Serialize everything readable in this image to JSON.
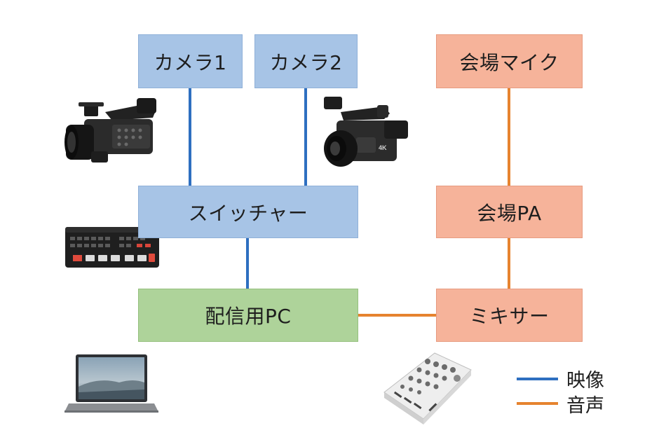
{
  "nodes": {
    "camera1": "カメラ1",
    "camera2": "カメラ2",
    "venue_mic": "会場マイク",
    "switcher": "スイッチャー",
    "venue_pa": "会場PA",
    "streaming_pc": "配信用PC",
    "mixer": "ミキサー"
  },
  "legend": {
    "video": "映像",
    "audio": "音声"
  },
  "colors": {
    "video_line": "#2e6fc0",
    "audio_line": "#e6832f",
    "video_box": "#a7c4e6",
    "audio_box": "#f6b39a",
    "pc_box": "#aed39a"
  },
  "icons": [
    "camcorder-icon",
    "camcorder-4k-icon",
    "switcher-device-icon",
    "laptop-icon",
    "audio-mixer-icon"
  ]
}
